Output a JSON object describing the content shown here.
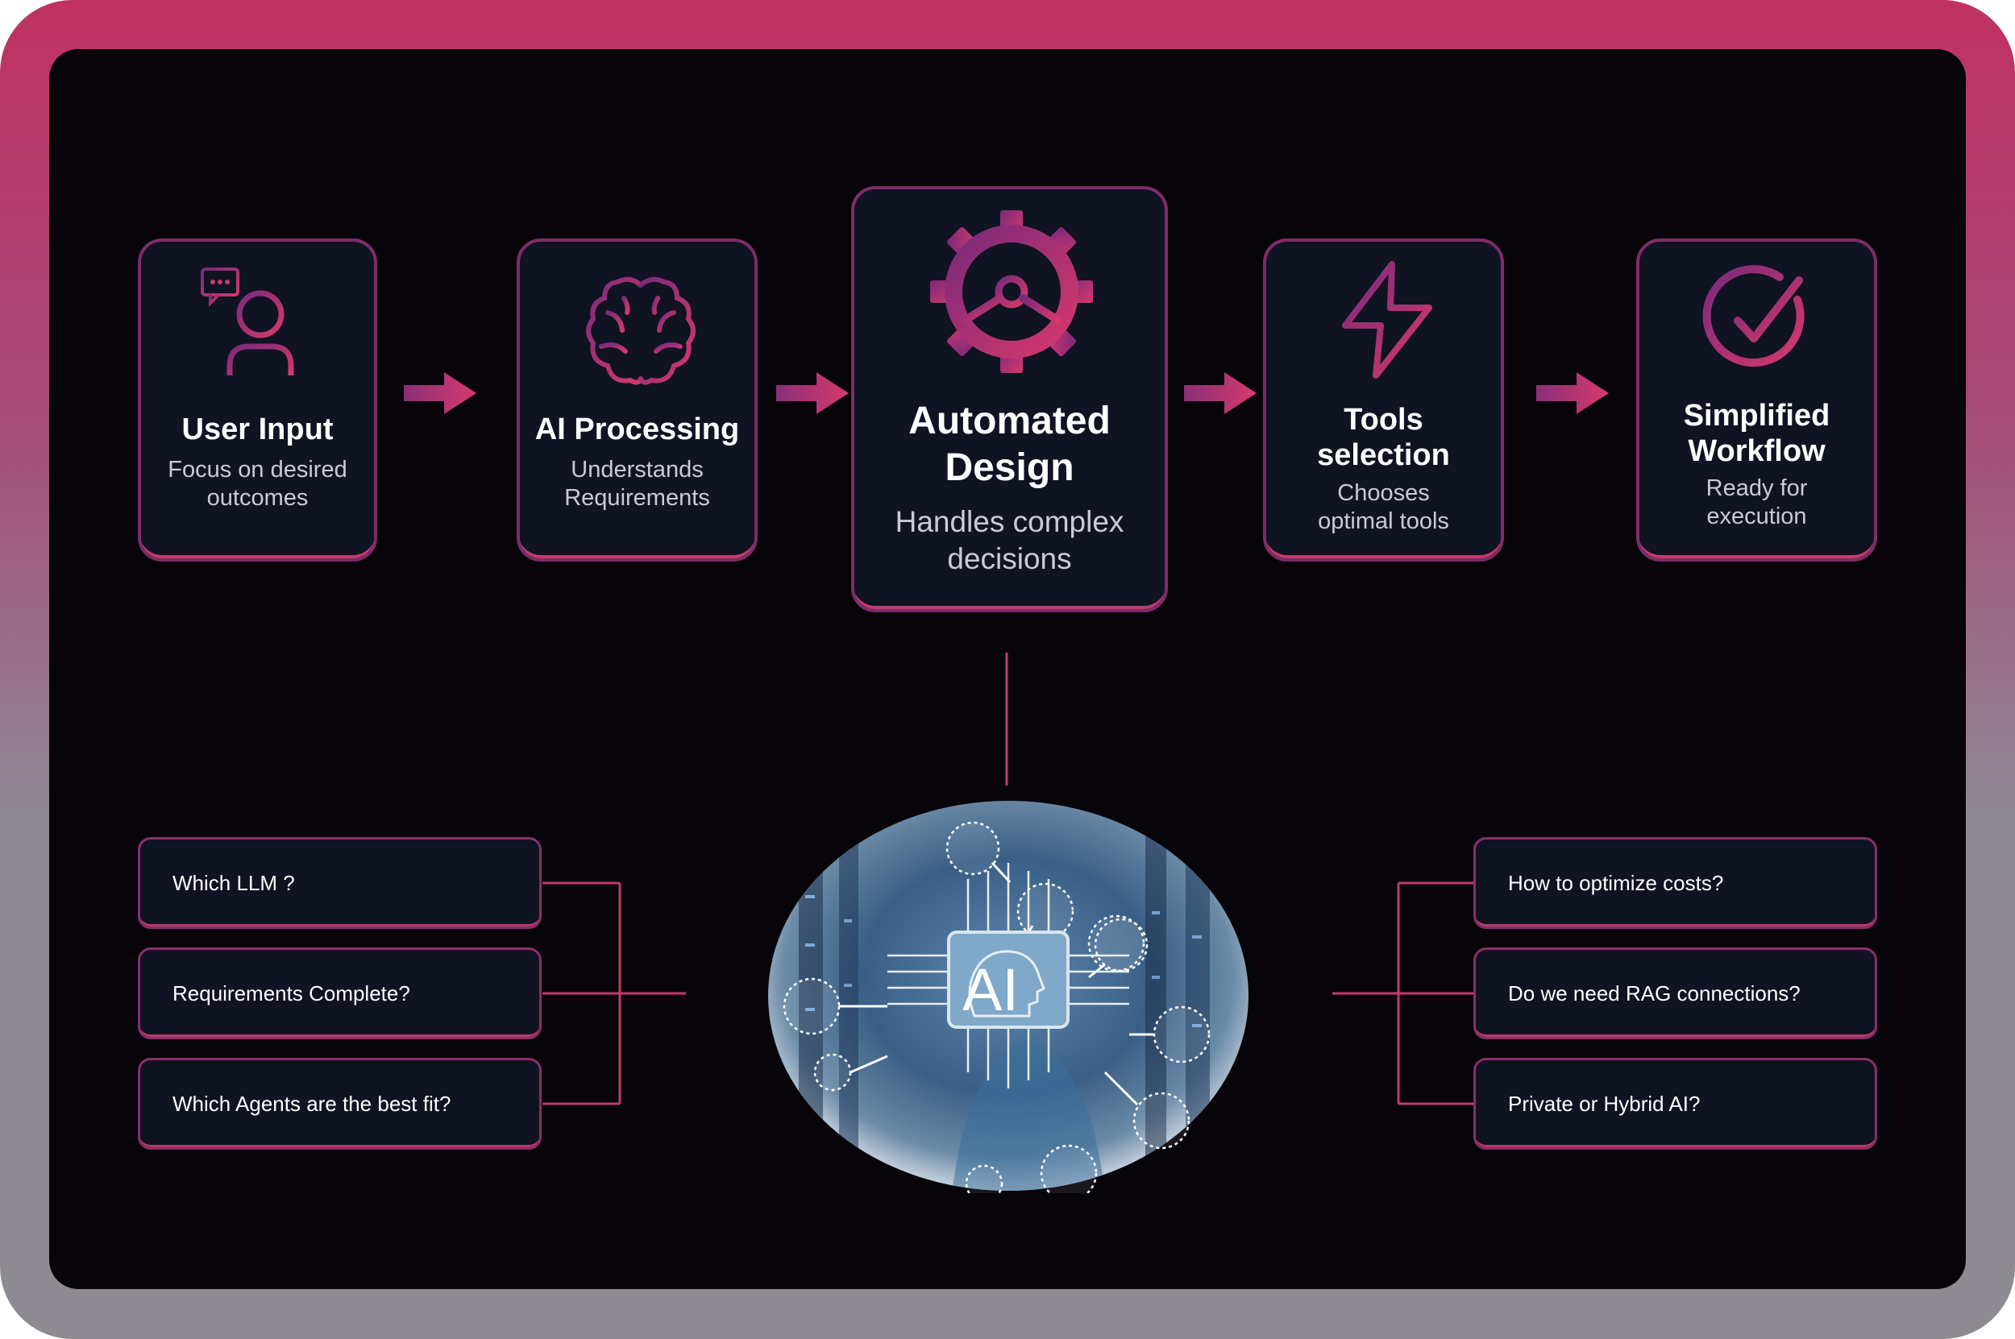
{
  "steps": [
    {
      "title": "User Input",
      "subtitle_line1": "Focus on desired",
      "subtitle_line2": "outcomes"
    },
    {
      "title": "AI Processing",
      "subtitle_line1": "Understands",
      "subtitle_line2": "Requirements"
    },
    {
      "title_line1": "Automated",
      "title_line2": "Design",
      "subtitle_line1": "Handles complex",
      "subtitle_line2": "decisions"
    },
    {
      "title_line1": "Tools",
      "title_line2": "selection",
      "subtitle_line1": "Chooses",
      "subtitle_line2": "optimal tools"
    },
    {
      "title_line1": "Simplified",
      "title_line2": "Workflow",
      "subtitle_line1": "Ready for",
      "subtitle_line2": "execution"
    }
  ],
  "left_questions": [
    "Which LLM ?",
    "Requirements Complete?",
    "Which Agents are the best fit?"
  ],
  "right_questions": [
    "How to optimize costs?",
    "Do we need RAG connections?",
    "Private or Hybrid AI?"
  ],
  "ai_chip_label": "AI",
  "icons": [
    "user-chat-icon",
    "brain-icon",
    "gear-icon",
    "lightning-icon",
    "check-circle-icon",
    "arrow-right-icon",
    "ai-chip-illustration"
  ],
  "colors": {
    "accent_pink": "#c23c6a",
    "accent_purple": "#7d2c69",
    "panel": "#070509",
    "card": "#0f1322"
  }
}
